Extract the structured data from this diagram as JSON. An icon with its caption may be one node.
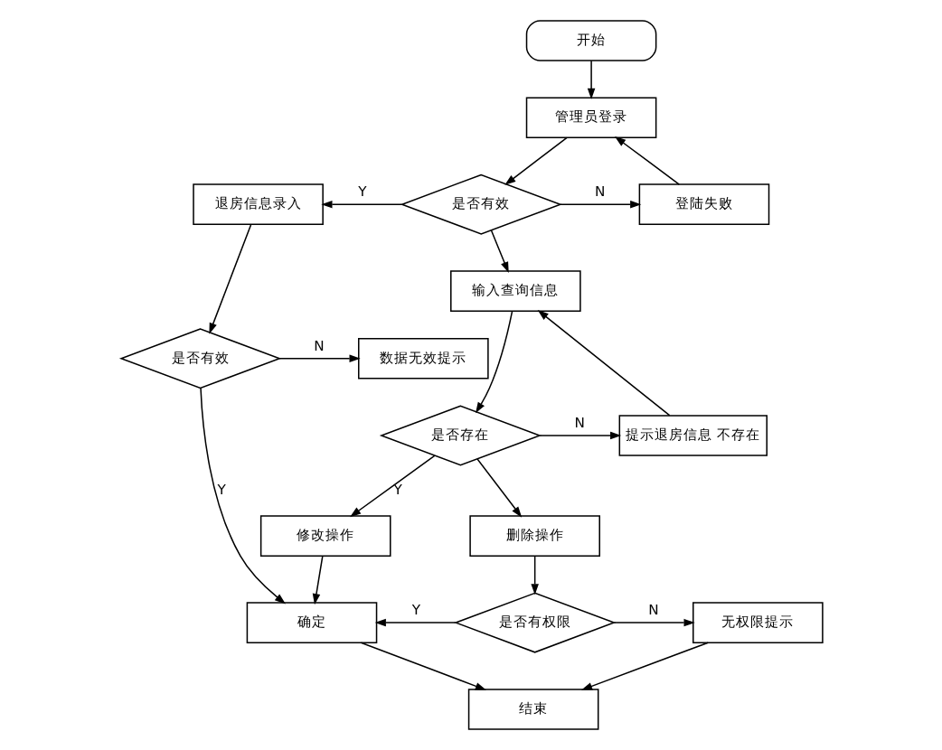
{
  "diagram": {
    "nodes": [
      {
        "text": [
          "开始"
        ]
      },
      {
        "text": [
          "管理员登录"
        ]
      },
      {
        "text": [
          "是否有效"
        ]
      },
      {
        "text": [
          "登陆失败"
        ]
      },
      {
        "text": [
          "退房信息录入"
        ]
      },
      {
        "text": [
          "是否有效"
        ]
      },
      {
        "text": [
          "数据无效提示"
        ]
      },
      {
        "text": [
          "输入查询信息"
        ]
      },
      {
        "text": [
          "是否存在"
        ]
      },
      {
        "text": [
          "提示退房信息 不存在"
        ]
      },
      {
        "text": [
          "修改操作"
        ]
      },
      {
        "text": [
          "删除操作"
        ]
      },
      {
        "text": [
          "是否有权限"
        ]
      },
      {
        "text": [
          "无权限提示"
        ]
      },
      {
        "text": [
          "确定"
        ]
      },
      {
        "text": [
          "结束"
        ]
      }
    ],
    "edges": [
      {
        "from": 0,
        "to": 1,
        "arrow": "to"
      },
      {
        "from": 1,
        "to": 2,
        "arrow": "to"
      },
      {
        "from": 2,
        "to": 3,
        "arrow": "to",
        "label": "N"
      },
      {
        "from": 3,
        "to": 1,
        "arrow": "to"
      },
      {
        "from": 2,
        "to": 4,
        "arrow": "to",
        "label": "Y"
      },
      {
        "from": 4,
        "to": 5,
        "arrow": "to"
      },
      {
        "from": 5,
        "to": 6,
        "arrow": "to",
        "label": "N"
      },
      {
        "from": 5,
        "to": 14,
        "arrow": "to",
        "label": "Y"
      },
      {
        "from": 2,
        "to": 7,
        "arrow": "to"
      },
      {
        "from": 7,
        "to": 8,
        "arrow": "to"
      },
      {
        "from": 8,
        "to": 9,
        "arrow": "to",
        "label": "N"
      },
      {
        "from": 9,
        "to": 7,
        "arrow": "to"
      },
      {
        "from": 8,
        "to": 10,
        "arrow": "to",
        "label": "Y"
      },
      {
        "from": 8,
        "to": 11,
        "arrow": "to"
      },
      {
        "from": 10,
        "to": 14,
        "arrow": "to"
      },
      {
        "from": 11,
        "to": 12,
        "arrow": "to"
      },
      {
        "from": 12,
        "to": 14,
        "arrow": "to",
        "label": "Y"
      },
      {
        "from": 12,
        "to": 13,
        "arrow": "to",
        "label": "N"
      },
      {
        "from": 13,
        "to": 15,
        "arrow": "to"
      },
      {
        "from": 14,
        "to": 15,
        "arrow": "to"
      }
    ]
  }
}
